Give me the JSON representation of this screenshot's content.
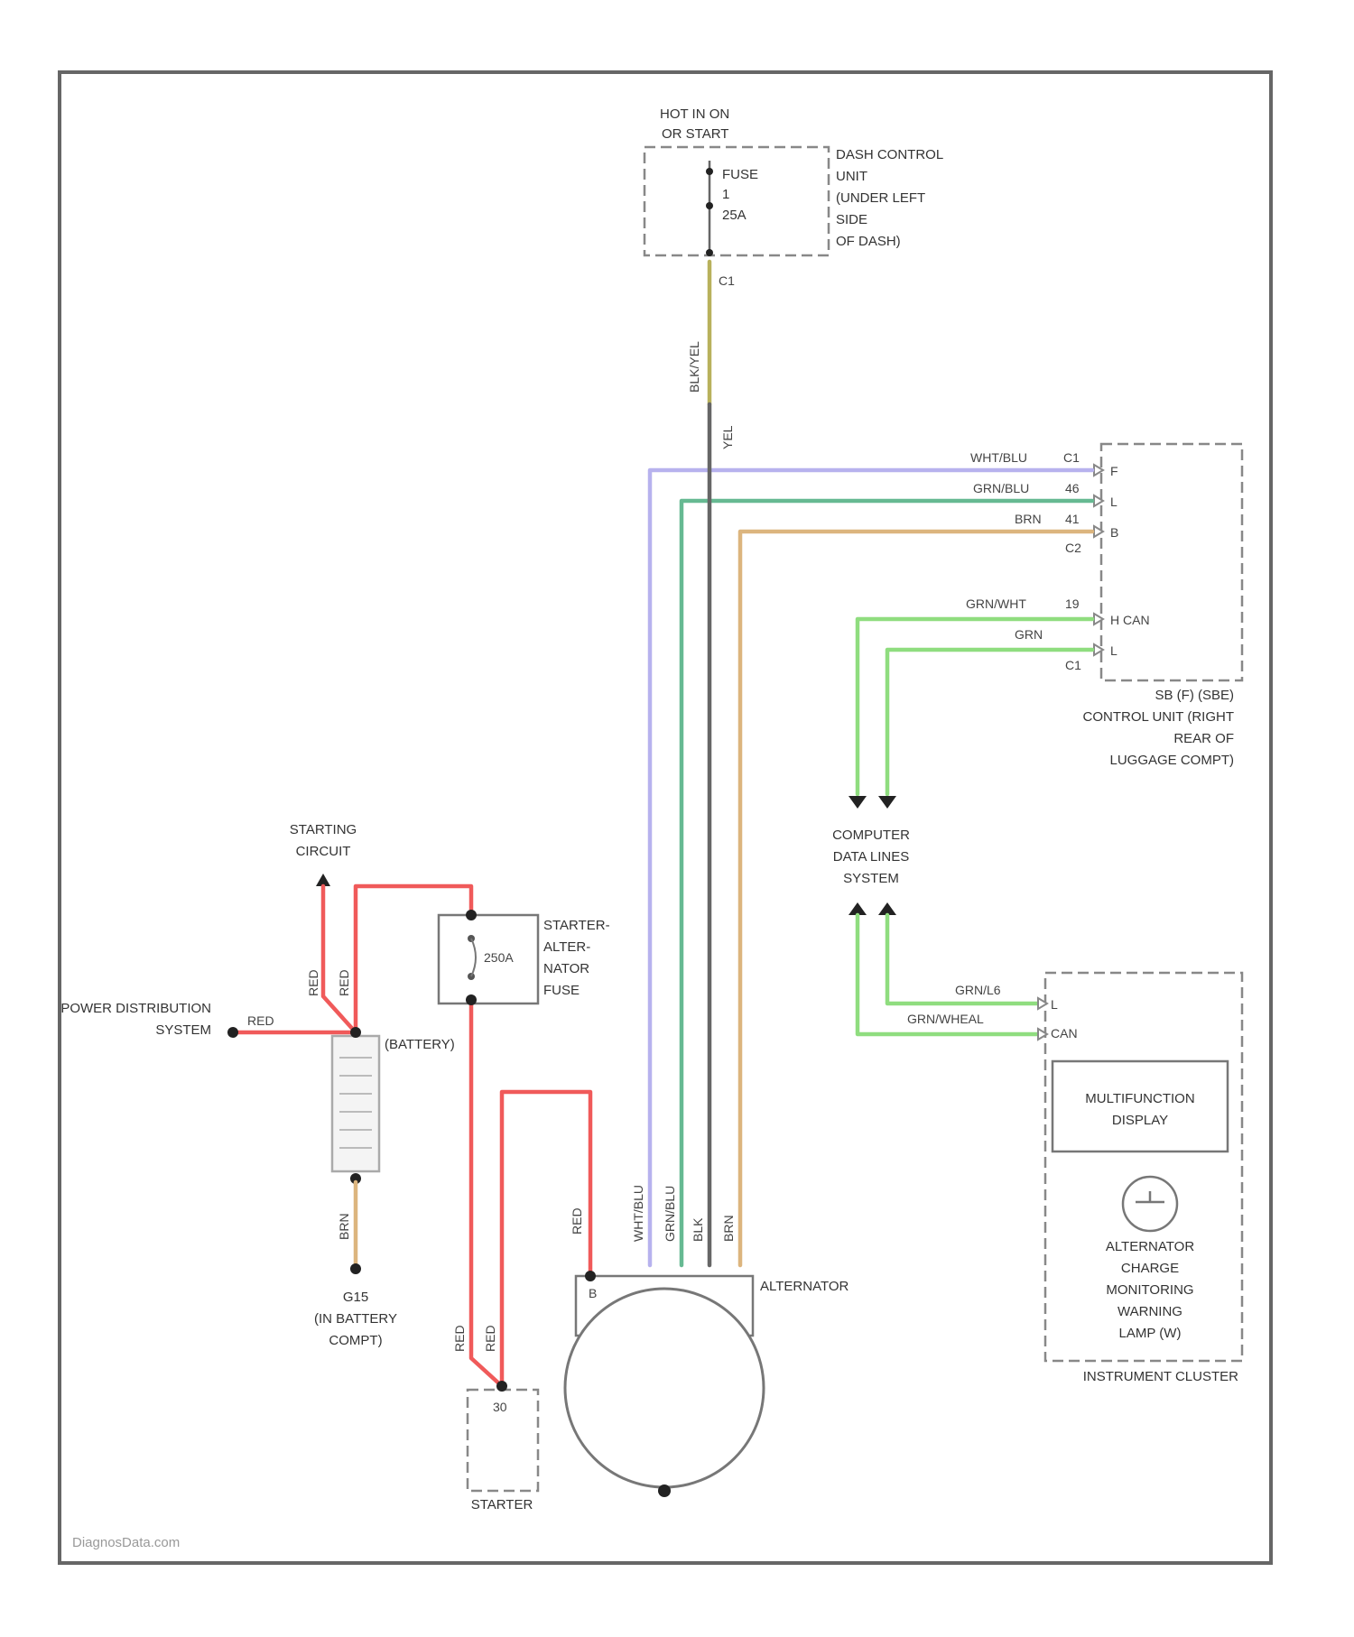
{
  "colors": {
    "red": "#f05a5a",
    "blue_violet": "#b7b2ee",
    "green_teal": "#66b992",
    "gray": "#666666",
    "tan": "#dcb57e",
    "light_green": "#8fdd7f",
    "olive": "#b8b15c"
  },
  "labels": {
    "hot_in_on": "HOT IN ON",
    "or_start": "OR START",
    "dash_control_1": "DASH CONTROL",
    "dash_control_2": "UNIT",
    "dash_control_3": "(UNDER LEFT",
    "dash_control_4": "SIDE",
    "dash_control_5": "OF DASH)",
    "fuse_1": "FUSE",
    "fuse_2": "1",
    "fuse_3": "25A",
    "fuse_pin": "C1",
    "fuse_wire": "BLK/YEL",
    "fuse_wire_end": "YEL",
    "sbe_pin_1_wire": "WHT/BLU",
    "sbe_pin_1_num": "C1",
    "sbe_pin_1_name": "F",
    "sbe_pin_2_wire": "GRN/BLU",
    "sbe_pin_2_num": "46",
    "sbe_pin_2_name": "L",
    "sbe_pin_3_wire": "BRN",
    "sbe_pin_3_num": "41",
    "sbe_pin_3_name": "B",
    "sbe_conn_c2": "C2",
    "sbe_can_1_wire": "GRN/WHT",
    "sbe_can_1_num": "19",
    "sbe_can_1_name": "H CAN",
    "sbe_can_2_wire": "GRN",
    "sbe_can_2_name": "L",
    "sbe_conn_c1": "C1",
    "sbe_box_1": "SB (F) (SBE)",
    "sbe_box_2": "CONTROL UNIT (RIGHT",
    "sbe_box_3": "REAR OF",
    "sbe_box_4": "LUGGAGE COMPT)",
    "cdl_1": "COMPUTER",
    "cdl_2": "DATA LINES",
    "cdl_3": "SYSTEM",
    "mfd_wire_1": "GRN/L6",
    "mfd_wire_1_name": "L",
    "mfd_wire_2": "GRN/WHEAL",
    "mfd_wire_2_name": "CAN",
    "mfd_1": "MULTIFUNCTION",
    "mfd_2": "DISPLAY",
    "warn_1": "ALTERNATOR",
    "warn_2": "CHARGE",
    "warn_3": "MONITORING",
    "warn_4": "WARNING",
    "warn_5": "LAMP (W)",
    "instrument_cluster": "INSTRUMENT CLUSTER",
    "starting_circuit_1": "STARTING",
    "starting_circuit_2": "CIRCUIT",
    "fuse_box_1": "STARTER-",
    "fuse_box_2": "ALTER-",
    "fuse_box_3": "NATOR",
    "fuse_box_4": "FUSE",
    "fuse_box_rating": "250A",
    "power_dist_1": "POWER DISTRIBUTION",
    "power_dist_2": "SYSTEM",
    "red_wire": "RED",
    "battery": "(BATTERY)",
    "ground_1": "G15",
    "ground_2": "(IN BATTERY",
    "ground_3": "COMPT)",
    "ground_wire": "BRN",
    "alternator": "ALTERNATOR",
    "alt_pin_b": "B",
    "alt_wire_1": "WHT/BLU",
    "alt_wire_2": "GRN/BLU",
    "alt_wire_3": "BLK",
    "alt_wire_4": "BRN",
    "starter": "STARTER",
    "starter_pin": "30",
    "watermark": "DiagnosData.com"
  }
}
